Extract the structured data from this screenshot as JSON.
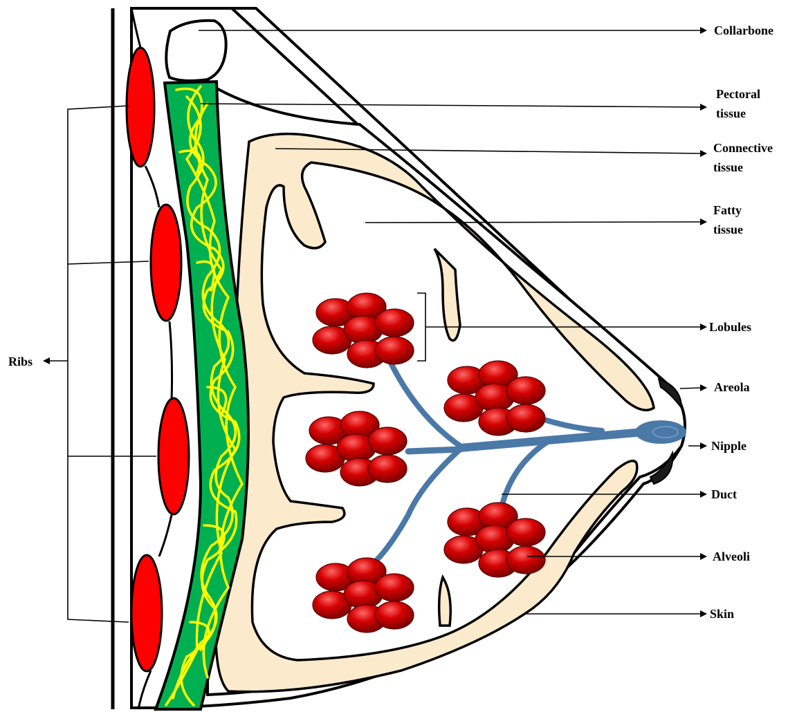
{
  "labels": {
    "collarbone": "Collarbone",
    "pectoral_1": "Pectoral",
    "pectoral_2": "tissue",
    "connective_1": "Connective",
    "connective_2": "tissue",
    "fatty_1": "Fatty",
    "fatty_2": "tissue",
    "lobules": "Lobules",
    "areola": "Areola",
    "nipple": "Nipple",
    "duct": "Duct",
    "alveoli": "Alveoli",
    "skin": "Skin",
    "ribs": "Ribs"
  },
  "colors": {
    "rib": "#ff0000",
    "pectoral": "#00b050",
    "pectoral_fiber": "#ffff00",
    "connective": "#fbeacb",
    "duct": "#4a79a8",
    "alveolus": "#c00000",
    "areola": "#1a1a1a"
  }
}
